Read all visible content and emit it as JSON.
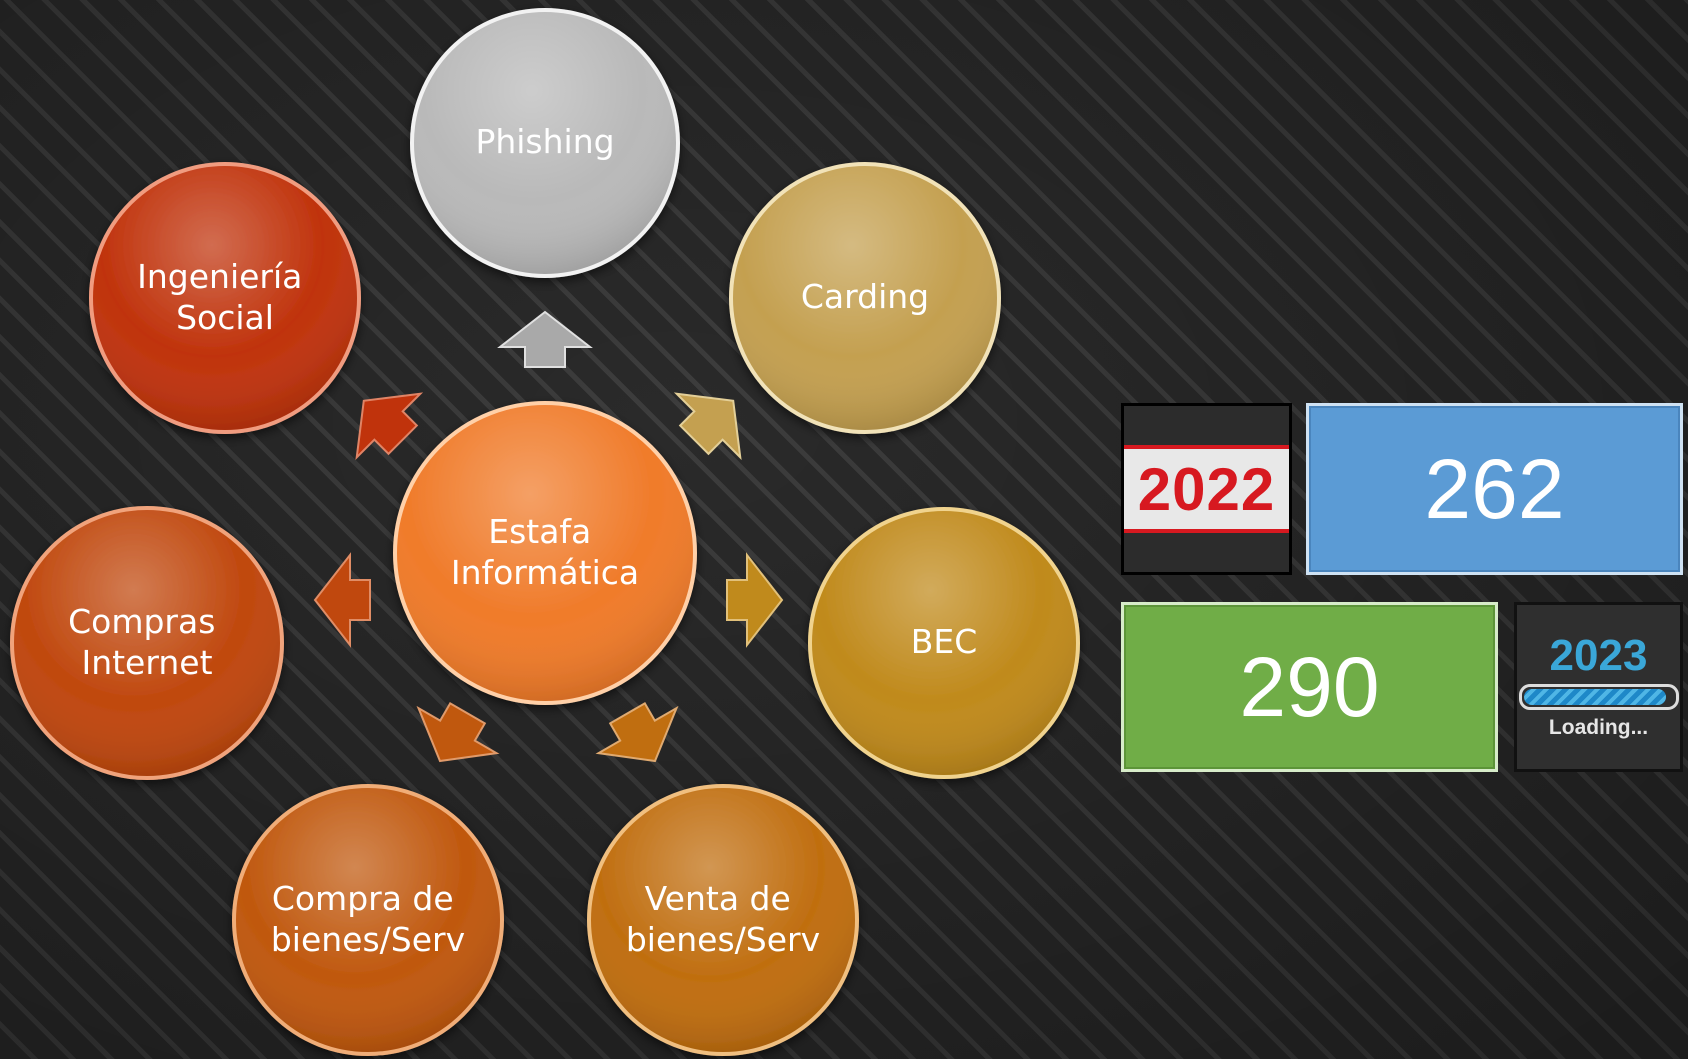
{
  "diagram": {
    "center": {
      "label": "Estafa\nInformática",
      "color": "#f07b2a"
    },
    "nodes": [
      {
        "id": "phishing",
        "label": "Phishing",
        "color": "#b9b9b9"
      },
      {
        "id": "carding",
        "label": "Carding",
        "color": "#c4a050"
      },
      {
        "id": "bec",
        "label": "BEC",
        "color": "#c08a1c"
      },
      {
        "id": "venta",
        "label": "Venta de\nbienes/Serv",
        "color": "#c06e10"
      },
      {
        "id": "compra",
        "label": "Compra de\nbienes/Serv",
        "color": "#c0580e"
      },
      {
        "id": "compras-internet",
        "label": "Compras\nInternet",
        "color": "#c0480e"
      },
      {
        "id": "ingenieria-social",
        "label": "Ingeniería\nSocial",
        "color": "#c0330c"
      }
    ]
  },
  "stats": {
    "year_2022": "2022",
    "count_2022": "262",
    "count_2023": "290",
    "year_2023": "2023",
    "loading_label": "Loading...",
    "loading_progress": 0.95
  },
  "colors": {
    "stat_2022_red": "#d71920",
    "stat_262_blue": "#5b9bd5",
    "stat_290_green": "#70ad47",
    "loading_blue": "#3aa7d8"
  }
}
